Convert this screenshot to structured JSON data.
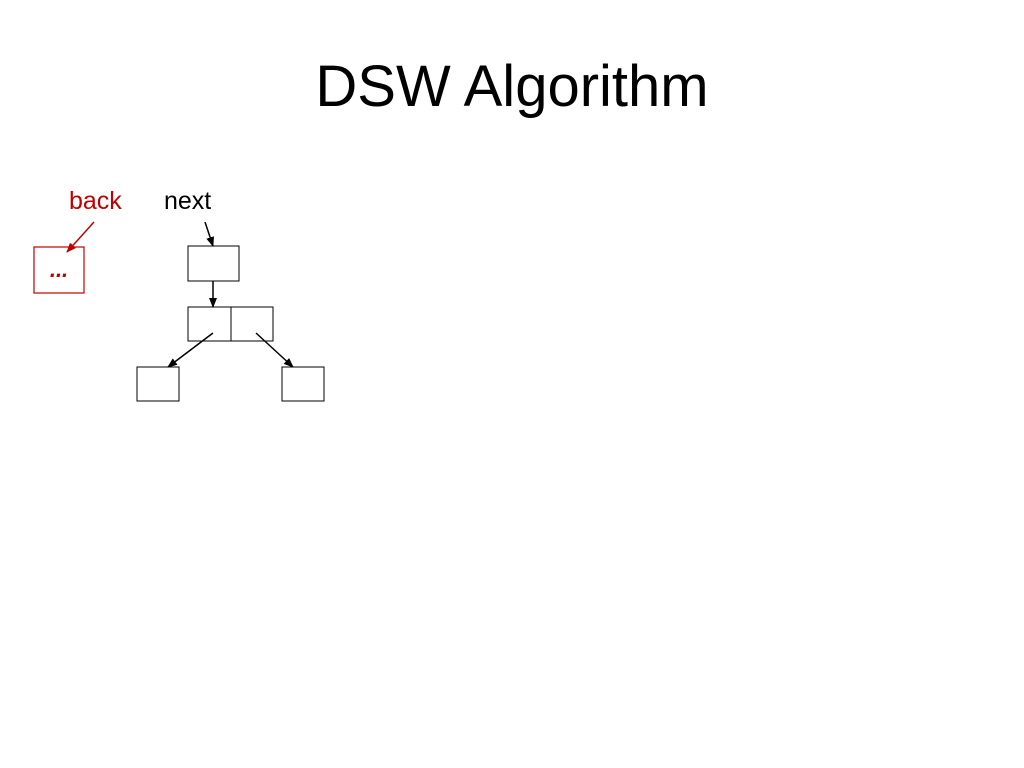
{
  "title": "DSW Algorithm",
  "labels": {
    "back": "back",
    "next": "next"
  },
  "back_node": {
    "text": "..."
  },
  "colors": {
    "back": "#c00000",
    "default": "#000000",
    "background": "#ffffff"
  }
}
